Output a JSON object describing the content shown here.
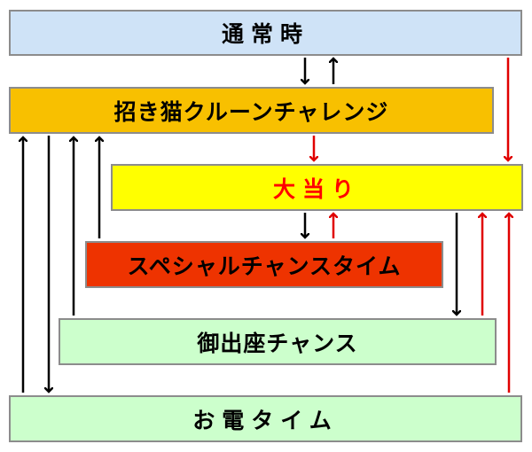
{
  "states": {
    "normal": {
      "label": "通常時",
      "fill": "#cfe3f7",
      "text_color": "#000000"
    },
    "cat": {
      "label": "招き猫クルーンチャレンジ",
      "fill": "#f8c000",
      "text_color": "#000000"
    },
    "big": {
      "label": "大当り",
      "fill": "#ffff00",
      "text_color": "#ff0000"
    },
    "special": {
      "label": "スペシャルチャンスタイム",
      "fill": "#ee3300",
      "text_color": "#000000"
    },
    "goza": {
      "label": "御出座チャンス",
      "fill": "#ccffcc",
      "text_color": "#000000"
    },
    "oden": {
      "label": "お電タイム",
      "fill": "#ccffcc",
      "text_color": "#000000"
    }
  },
  "arrow_colors": {
    "black": "#000000",
    "red": "#e00000"
  },
  "transitions": [
    {
      "from": "normal",
      "to": "cat",
      "color": "black"
    },
    {
      "from": "cat",
      "to": "normal",
      "color": "black"
    },
    {
      "from": "normal",
      "to": "big",
      "color": "red"
    },
    {
      "from": "cat",
      "to": "big",
      "color": "red"
    },
    {
      "from": "big",
      "to": "special",
      "color": "black"
    },
    {
      "from": "special",
      "to": "big",
      "color": "red"
    },
    {
      "from": "big",
      "to": "goza",
      "color": "black"
    },
    {
      "from": "goza",
      "to": "big",
      "color": "red"
    },
    {
      "from": "oden",
      "to": "big",
      "color": "red"
    },
    {
      "from": "cat",
      "to": "oden",
      "color": "black"
    },
    {
      "from": "oden",
      "to": "cat",
      "color": "black"
    },
    {
      "from": "goza",
      "to": "cat",
      "color": "black"
    },
    {
      "from": "special",
      "to": "cat",
      "color": "black"
    }
  ]
}
